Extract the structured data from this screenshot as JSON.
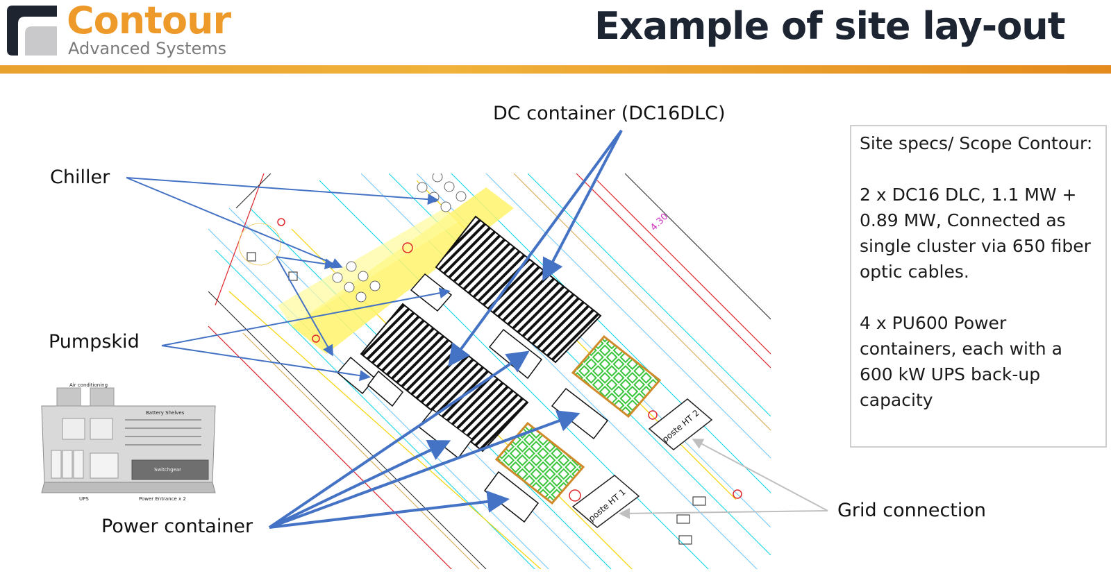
{
  "header": {
    "brand_name": "Contour",
    "brand_sub": "Advanced Systems",
    "title": "Example of site lay-out",
    "brand_color": "#ee9a2b",
    "bar_color": "#e9a12e"
  },
  "labels": {
    "dc_container": "DC container (DC16DLC)",
    "chiller": "Chiller",
    "pumpskid": "Pumpskid",
    "power_container": "Power container",
    "grid_connection": "Grid connection"
  },
  "specs": {
    "heading": "Site specs/ Scope Contour:",
    "line1": "2 x DC16 DLC, 1.1 MW + 0.89 MW, Connected as single cluster via 650 fiber optic cables.",
    "line2": "4 x PU600 Power containers, each with a 600 kW UPS back-up capacity"
  },
  "photo": {
    "air_conditioning": "Air conditioning",
    "battery_shelves": "Battery Shelves",
    "switchgear": "Switchgear",
    "ups": "UPS",
    "power_entrance": "Power Entrance x 2"
  },
  "plan": {
    "poste_ht_1": "poste HT 1",
    "poste_ht_2": "poste HT 2",
    "dimension": "4.30"
  },
  "arrow_color": "#4472c4",
  "grid_arrow_color": "#bfbfbf"
}
